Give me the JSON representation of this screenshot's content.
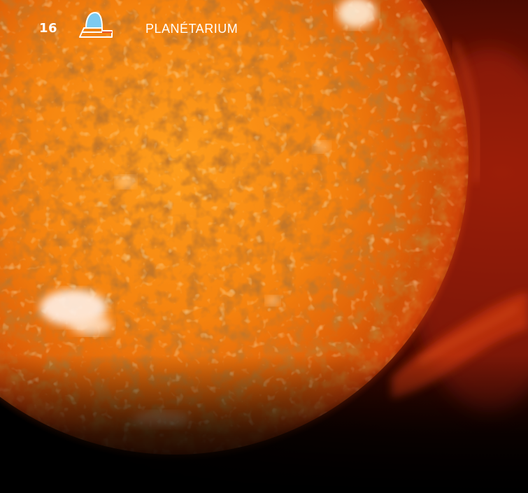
{
  "header": {
    "page_number": "16",
    "brand": "PLANÉTARIUM",
    "logo_icon": "planetarium-dome-icon"
  },
  "image": {
    "subject": "sun-photo",
    "colors": {
      "primary": "#f08a14",
      "highlight": "#ffe6c8",
      "prominence": "#c4300a",
      "background": "#000000"
    }
  }
}
